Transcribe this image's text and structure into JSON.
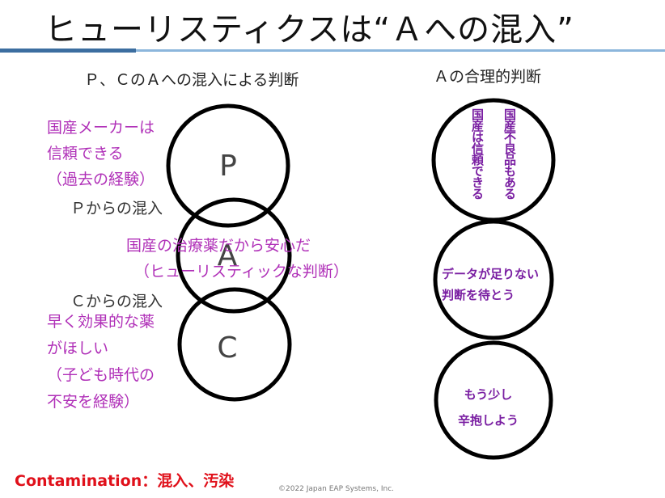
{
  "title": "ヒューリスティクスは“Ａへの混入”",
  "left_heading": "Ｐ、ＣのＡへの混入による判断",
  "right_heading": "Ａの合理的判断",
  "circles": {
    "p": "P",
    "a": "A",
    "c": "C"
  },
  "annotations": {
    "p_reason": [
      "国産メーカーは",
      "信頼できる",
      "（過去の経験）"
    ],
    "p_mix": "Ｐからの混入",
    "a_reason": [
      "国産の治療薬だから安心だ",
      "（ヒューリスティックな判断）"
    ],
    "c_mix": "Ｃからの混入",
    "c_reason": [
      "早く効果的な薬",
      "がほしい",
      "（子ども時代の",
      "不安を経験）"
    ]
  },
  "right_circles": {
    "top_col1": "国産は信頼できる",
    "top_col2": "国産不良品もある",
    "middle": [
      "データが足りない",
      "判断を待とう"
    ],
    "bottom": [
      "もう少し",
      "辛抱しよう"
    ]
  },
  "footer": "Contamination：混入、汚染",
  "copyright": "©2022 Japan EAP Systems, Inc.",
  "colors": {
    "accent_purple": "#b030b8",
    "dark_purple": "#7a1fa2",
    "red": "#e0101a",
    "rule_blue": "#3c6ea0"
  }
}
